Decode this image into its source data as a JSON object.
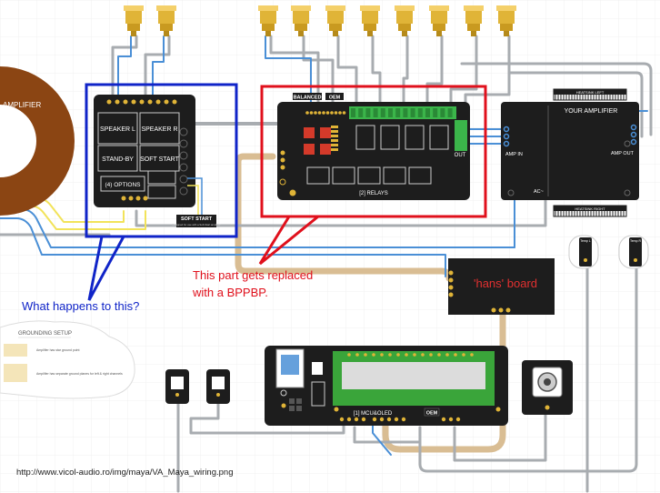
{
  "labels": {
    "amplifier": "AMPLIFIER",
    "speaker_l": "SPEAKER L",
    "speaker_r": "SPEAKER R",
    "stand_by": "STAND-BY",
    "soft_start": "SOFT START",
    "options": "(4) OPTIONS",
    "soft_start_tag": "SOFT START",
    "soft_start_note": "Designed for use with a Soft-Start amplifier",
    "balanced": "BALANCED",
    "oem_top": "OEM",
    "out": "OUT",
    "relays": "[2] RELAYS",
    "your_amplifier": "YOUR AMPLIFIER",
    "amp_in": "AMP IN",
    "amp_out": "AMP OUT",
    "ac": "AC~",
    "heatsink_left": "HEATSINK LEFT",
    "heatsink_right": "HEATSINK RIGHT",
    "temp_left": "Temp L",
    "temp_right": "Temp R",
    "hans_board": "'hans' board",
    "replaced_line1": "This part gets replaced",
    "replaced_line2": "with a BPPBP.",
    "question": "What happens to this?",
    "grounding_title": "GROUNDING SETUP",
    "grounding_note1": "Amplifier has star ground point",
    "grounding_note2": "Amplifier has separate ground planes for left & right channels",
    "mcu_label": "[1] MCU&OLED",
    "oem_bottom": "OEM",
    "url": "http://www.vicol-audio.ro/img/maya/VA_Maya_wiring.png"
  },
  "colors": {
    "board": "#1d1d1d",
    "wire_gray": "#a8acb0",
    "wire_blue": "#4a8fd6",
    "wire_yellow": "#f2e35a",
    "wire_tan": "#d9bd93",
    "rca_gold": "#e0b437",
    "toroid": "#8b4513",
    "annotation_blue": "#1024c8",
    "annotation_red": "#e0101c",
    "hans_text": "#e23030",
    "lcd_frame": "#3aa53a",
    "lcd_screen": "#dcdcdc",
    "terminal_green": "#3bb54a"
  },
  "icons": {
    "rca": "rca-jack-icon",
    "relay": "relay-block-icon",
    "pot": "potentiometer-icon"
  }
}
